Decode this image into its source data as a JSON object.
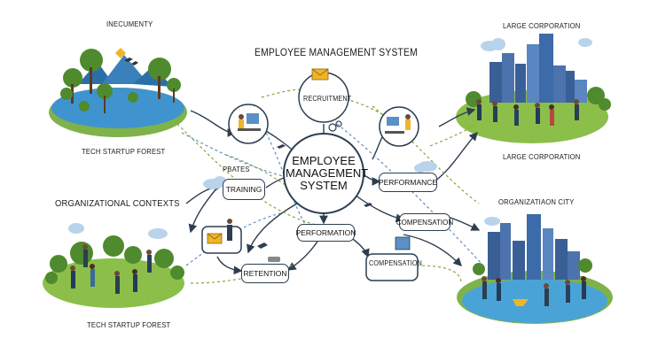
{
  "title": "EMPLOYEE MANAGEMENT SYSTEM",
  "center": {
    "line1": "EMPLOYEE",
    "line2": "MANAGEMENT",
    "line3": "SYSTEM"
  },
  "contexts": {
    "top_left_caption": "INECUMENTY",
    "top_left_footer": "TECH STARTUP FOREST",
    "top_right_caption": "LARGE CORPORATION",
    "top_right_footer": "LARGE CORPORATION",
    "left_heading": "ORGANIZATIONAL CONTEXTS",
    "bottom_left_footer": "TECH STARTUP FOREST",
    "bottom_right_caption": "ORGANIZATIAON CITY"
  },
  "nodes": {
    "recruitment": "RECRUITMENT",
    "pbates": "PBATES",
    "training": "TRAINING",
    "performance_right": "PERFORMANCE",
    "performation": "PERFORMATION",
    "compensation_right": "COMPENSATION",
    "compensation_bottom": "COMPENSATION",
    "retention": "RETENTION"
  },
  "colors": {
    "arrow": "#2c3e50",
    "dashed_green": "#8aa33a",
    "dashed_blue": "#5b8fc7",
    "water": "#4aa3d6",
    "grass": "#8bbf4a",
    "tree": "#4f8a2e",
    "building": "#3a5f96"
  },
  "icons": [
    "envelope-icon",
    "desk-worker-icon",
    "presenter-icon",
    "cloud-icon",
    "bird-icon",
    "gears-icon",
    "person-icon"
  ]
}
